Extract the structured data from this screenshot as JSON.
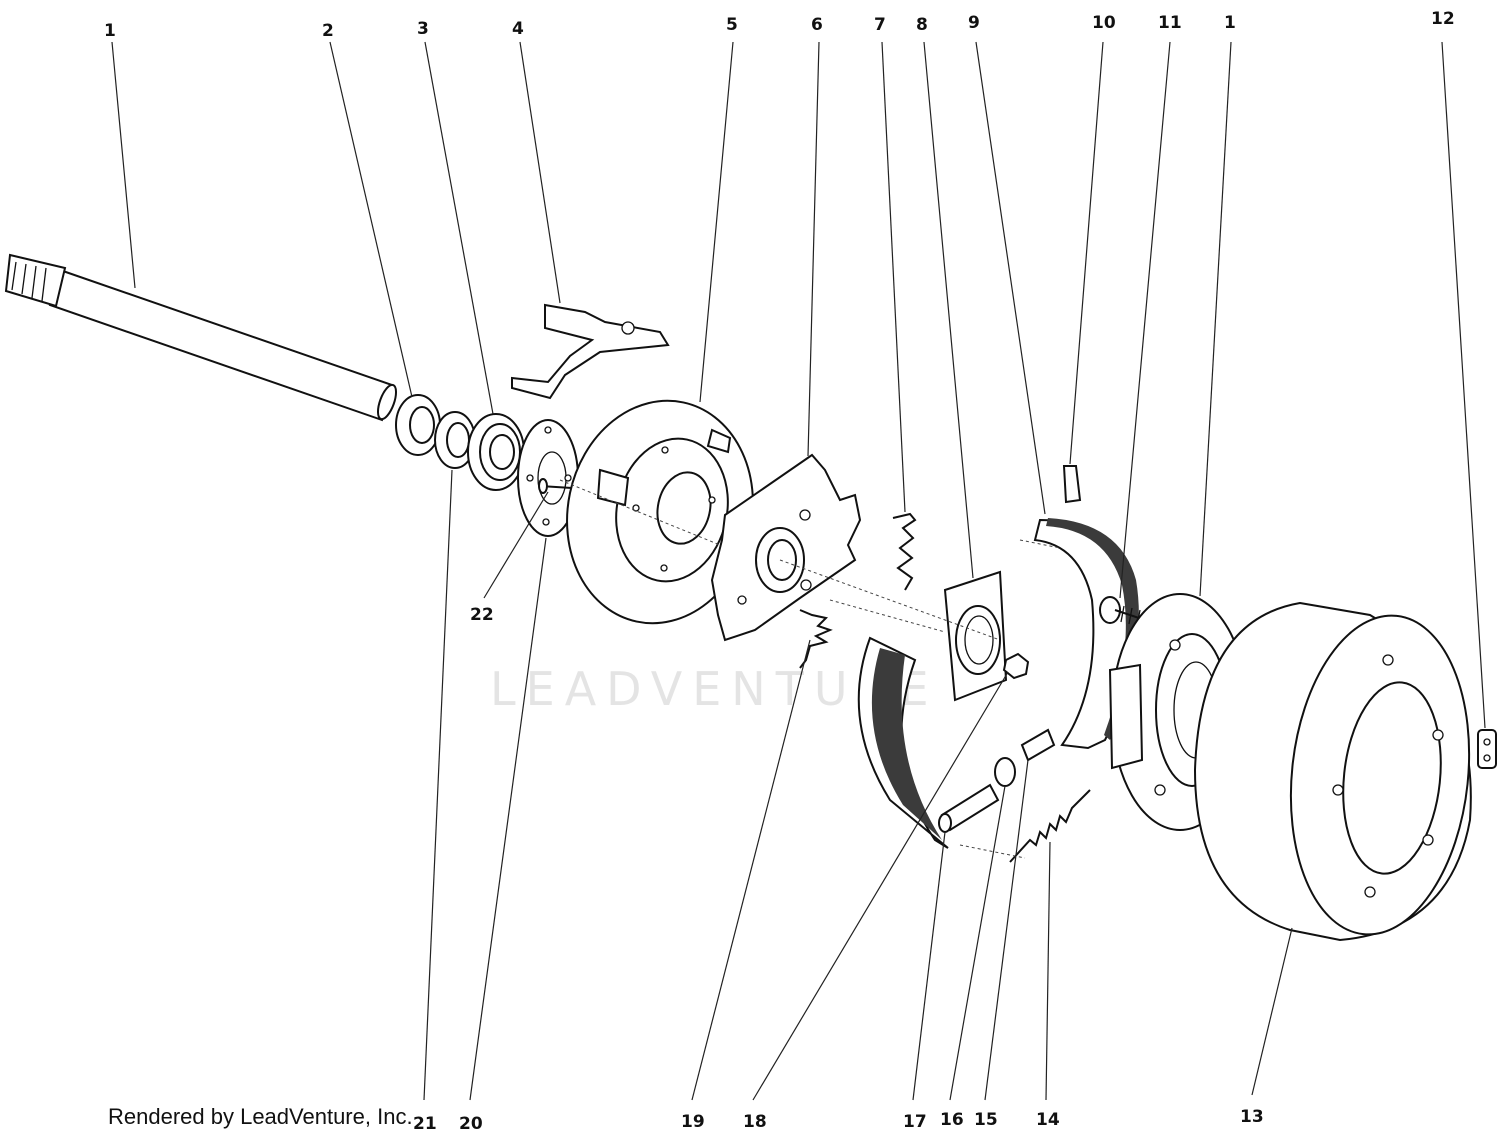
{
  "diagram": {
    "watermark": "LEADVENTURE",
    "footer_credit": "Rendered by LeadVenture, Inc.",
    "callouts": [
      "1",
      "2",
      "3",
      "4",
      "5",
      "6",
      "7",
      "8",
      "9",
      "10",
      "11",
      "1",
      "12",
      "13",
      "14",
      "15",
      "16",
      "17",
      "18",
      "19",
      "20",
      "21",
      "22"
    ]
  }
}
